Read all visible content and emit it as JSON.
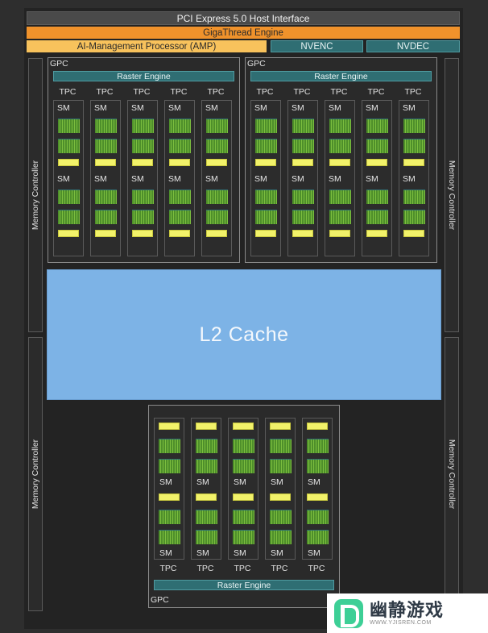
{
  "header": {
    "pcie": "PCI Express 5.0 Host Interface",
    "giga_thread": "GigaThread Engine",
    "amp": "AI-Management Processor (AMP)",
    "nvenc": "NVENC",
    "nvdec": "NVDEC"
  },
  "memory_controller_label": "Memory Controller",
  "gpc": {
    "label": "GPC",
    "raster_engine": "Raster Engine",
    "tpc_label": "TPC",
    "sm_label": "SM",
    "tpc_count": 5
  },
  "l2_cache": "L2 Cache",
  "watermark": {
    "name": "幽静游戏",
    "url": "WWW.YJISREN.COM"
  },
  "colors": {
    "giga_thread": "#f0922b",
    "amp": "#f8c25c",
    "raster_engine": "#2f6e73",
    "l2_cache": "#7db3e6",
    "sm_cores": "#6aa833",
    "sm_yellow": "#f2f26a"
  }
}
